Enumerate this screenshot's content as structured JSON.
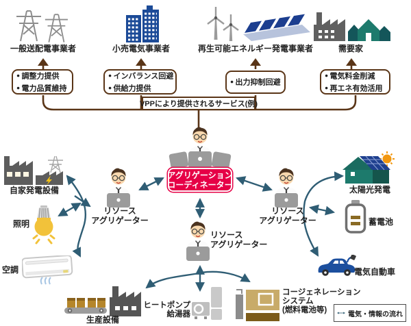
{
  "top_entities": [
    {
      "label": "一般送配電事業者",
      "icon": "transmission-towers-icon",
      "services": [
        "調整力提供",
        "電力品質維持"
      ]
    },
    {
      "label": "小売電気事業者",
      "icon": "office-buildings-icon",
      "services": [
        "インバランス回避",
        "供給力提供"
      ]
    },
    {
      "label": "再生可能エネルギー発電事業者",
      "icon": "wind-solar-icon",
      "services": [
        "出力抑制回避"
      ]
    },
    {
      "label": "需要家",
      "icon": "factory-houses-icon",
      "services": [
        "電気料金削減",
        "再エネ有効活用"
      ]
    }
  ],
  "vpp_caption": "VPPにより提供されるサービス(例)",
  "coordinator": {
    "line1": "アグリゲーション",
    "line2": "コーディネーター"
  },
  "resource_aggregators": [
    {
      "position": "left",
      "line1": "リソース",
      "line2": "アグリゲーター"
    },
    {
      "position": "right",
      "line1": "リソース",
      "line2": "アグリゲーター"
    },
    {
      "position": "bottom",
      "line1": "リソース",
      "line2": "アグリゲーター"
    }
  ],
  "resources": {
    "self_generation": {
      "label": "自家発電設備"
    },
    "lighting": {
      "label": "照明"
    },
    "hvac": {
      "label": "空調"
    },
    "production": {
      "label": "生産設備"
    },
    "heat_pump": {
      "line1": "ヒートポンプ",
      "line2": "給湯器"
    },
    "cogeneration": {
      "line1": "コージェネレーション",
      "line2": "システム",
      "line3": "(燃料電池等)"
    },
    "solar_pv": {
      "label": "太陽光発電"
    },
    "storage_battery": {
      "label": "蓄電池"
    },
    "ev": {
      "label": "電気自動車"
    }
  },
  "legend": {
    "label": "電気・情報の流れ"
  },
  "colors": {
    "coordinator_red": "#e60046",
    "bracket_brown": "#5a3517",
    "arrow_slate": "#2f5d74",
    "entity_blue": "#1b4a97",
    "house_teal": "#1d7a6c",
    "icon_gray": "#5d5d5d",
    "bulb_yellow": "#f2c23a"
  }
}
